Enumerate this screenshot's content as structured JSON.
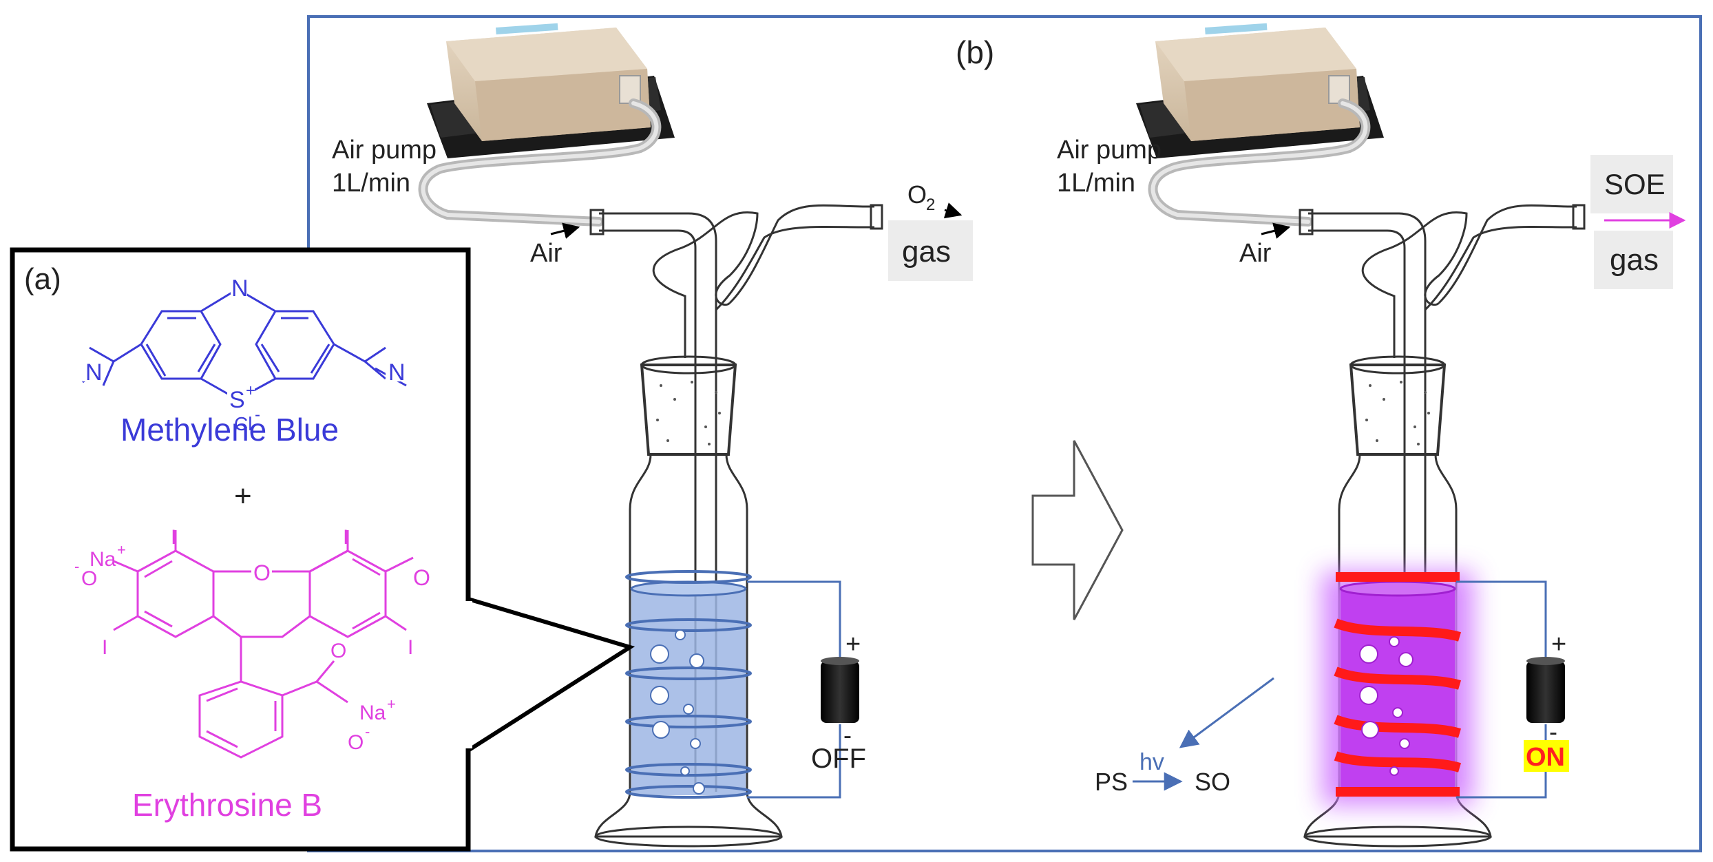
{
  "panel_b": {
    "label": "(b)",
    "left": {
      "pump_label_1": "Air pump",
      "pump_label_2": "1L/min",
      "air_label": "Air",
      "o2_label": "O",
      "o2_sub": "2",
      "gas_label": "gas",
      "battery_plus": "+",
      "battery_minus": "-",
      "status": "OFF"
    },
    "right": {
      "pump_label_1": "Air pump",
      "pump_label_2": "1L/min",
      "air_label": "Air",
      "soe_label": "SOE",
      "gas_label": "gas",
      "battery_plus": "+",
      "battery_minus": "-",
      "status": "ON",
      "reaction": {
        "reactant": "PS",
        "energy": "hv",
        "product": "SO"
      }
    }
  },
  "panel_a": {
    "label": "(a)",
    "methylene_blue": {
      "name": "Methylene Blue",
      "atom_n_top": "N",
      "atom_s": "S",
      "atom_s_charge": "+",
      "counter_ion": "Cl",
      "counter_ion_charge": "-",
      "atom_n_left": "N",
      "atom_n_right": "N"
    },
    "plus_sign": "+",
    "erythrosine_b": {
      "name": "Erythrosine B",
      "na1": "Na",
      "na1_charge": "+",
      "o_minus_1": "O",
      "o_minus_1_charge": "-",
      "ring_o": "O",
      "keto_o": "O",
      "iodine": "I",
      "na2": "Na",
      "na2_charge": "+",
      "o_minus_2": "O",
      "o_minus_2_charge": "-",
      "carbonyl_o": "O"
    }
  },
  "colors": {
    "frame_blue": "#4a6fb5",
    "methylene_blue": "#3a3ad8",
    "erythrosine": "#e040e0",
    "liquid_blue": "#9db6e4",
    "liquid_purple": "#c040f0",
    "heater_red": "#ff1a1a",
    "glow": "#d27cff",
    "on_highlight": "#ffff00",
    "on_text": "#ff2020",
    "pump_beige": "#d9c7ae",
    "label_box": "#ececec"
  }
}
